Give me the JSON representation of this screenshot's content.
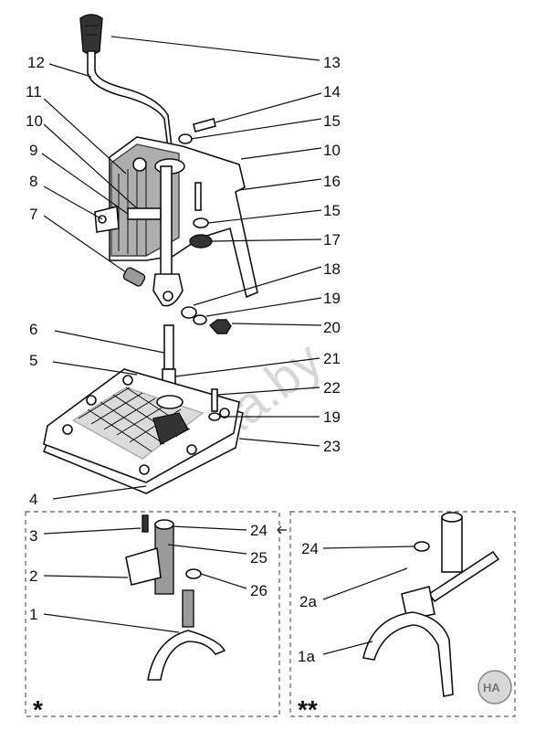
{
  "labels": {
    "l1": "1",
    "l1a": "1a",
    "l2": "2",
    "l2a": "2a",
    "l3": "3",
    "l4": "4",
    "l5": "5",
    "l6": "6",
    "l7": "7",
    "l8": "8",
    "l9": "9",
    "l10a": "10",
    "l10b": "10",
    "l11": "11",
    "l12": "12",
    "l13": "13",
    "l14": "14",
    "l15a": "15",
    "l15b": "15",
    "l16": "16",
    "l17": "17",
    "l18": "18",
    "l19a": "19",
    "l19b": "19",
    "l20": "20",
    "l21": "21",
    "l22": "22",
    "l23": "23",
    "l24a": "24",
    "l24b": "24",
    "l25": "25",
    "l26": "26"
  },
  "variants": {
    "single_star": "*",
    "double_star": "**"
  },
  "watermark": "ka.by",
  "logo": "НА"
}
